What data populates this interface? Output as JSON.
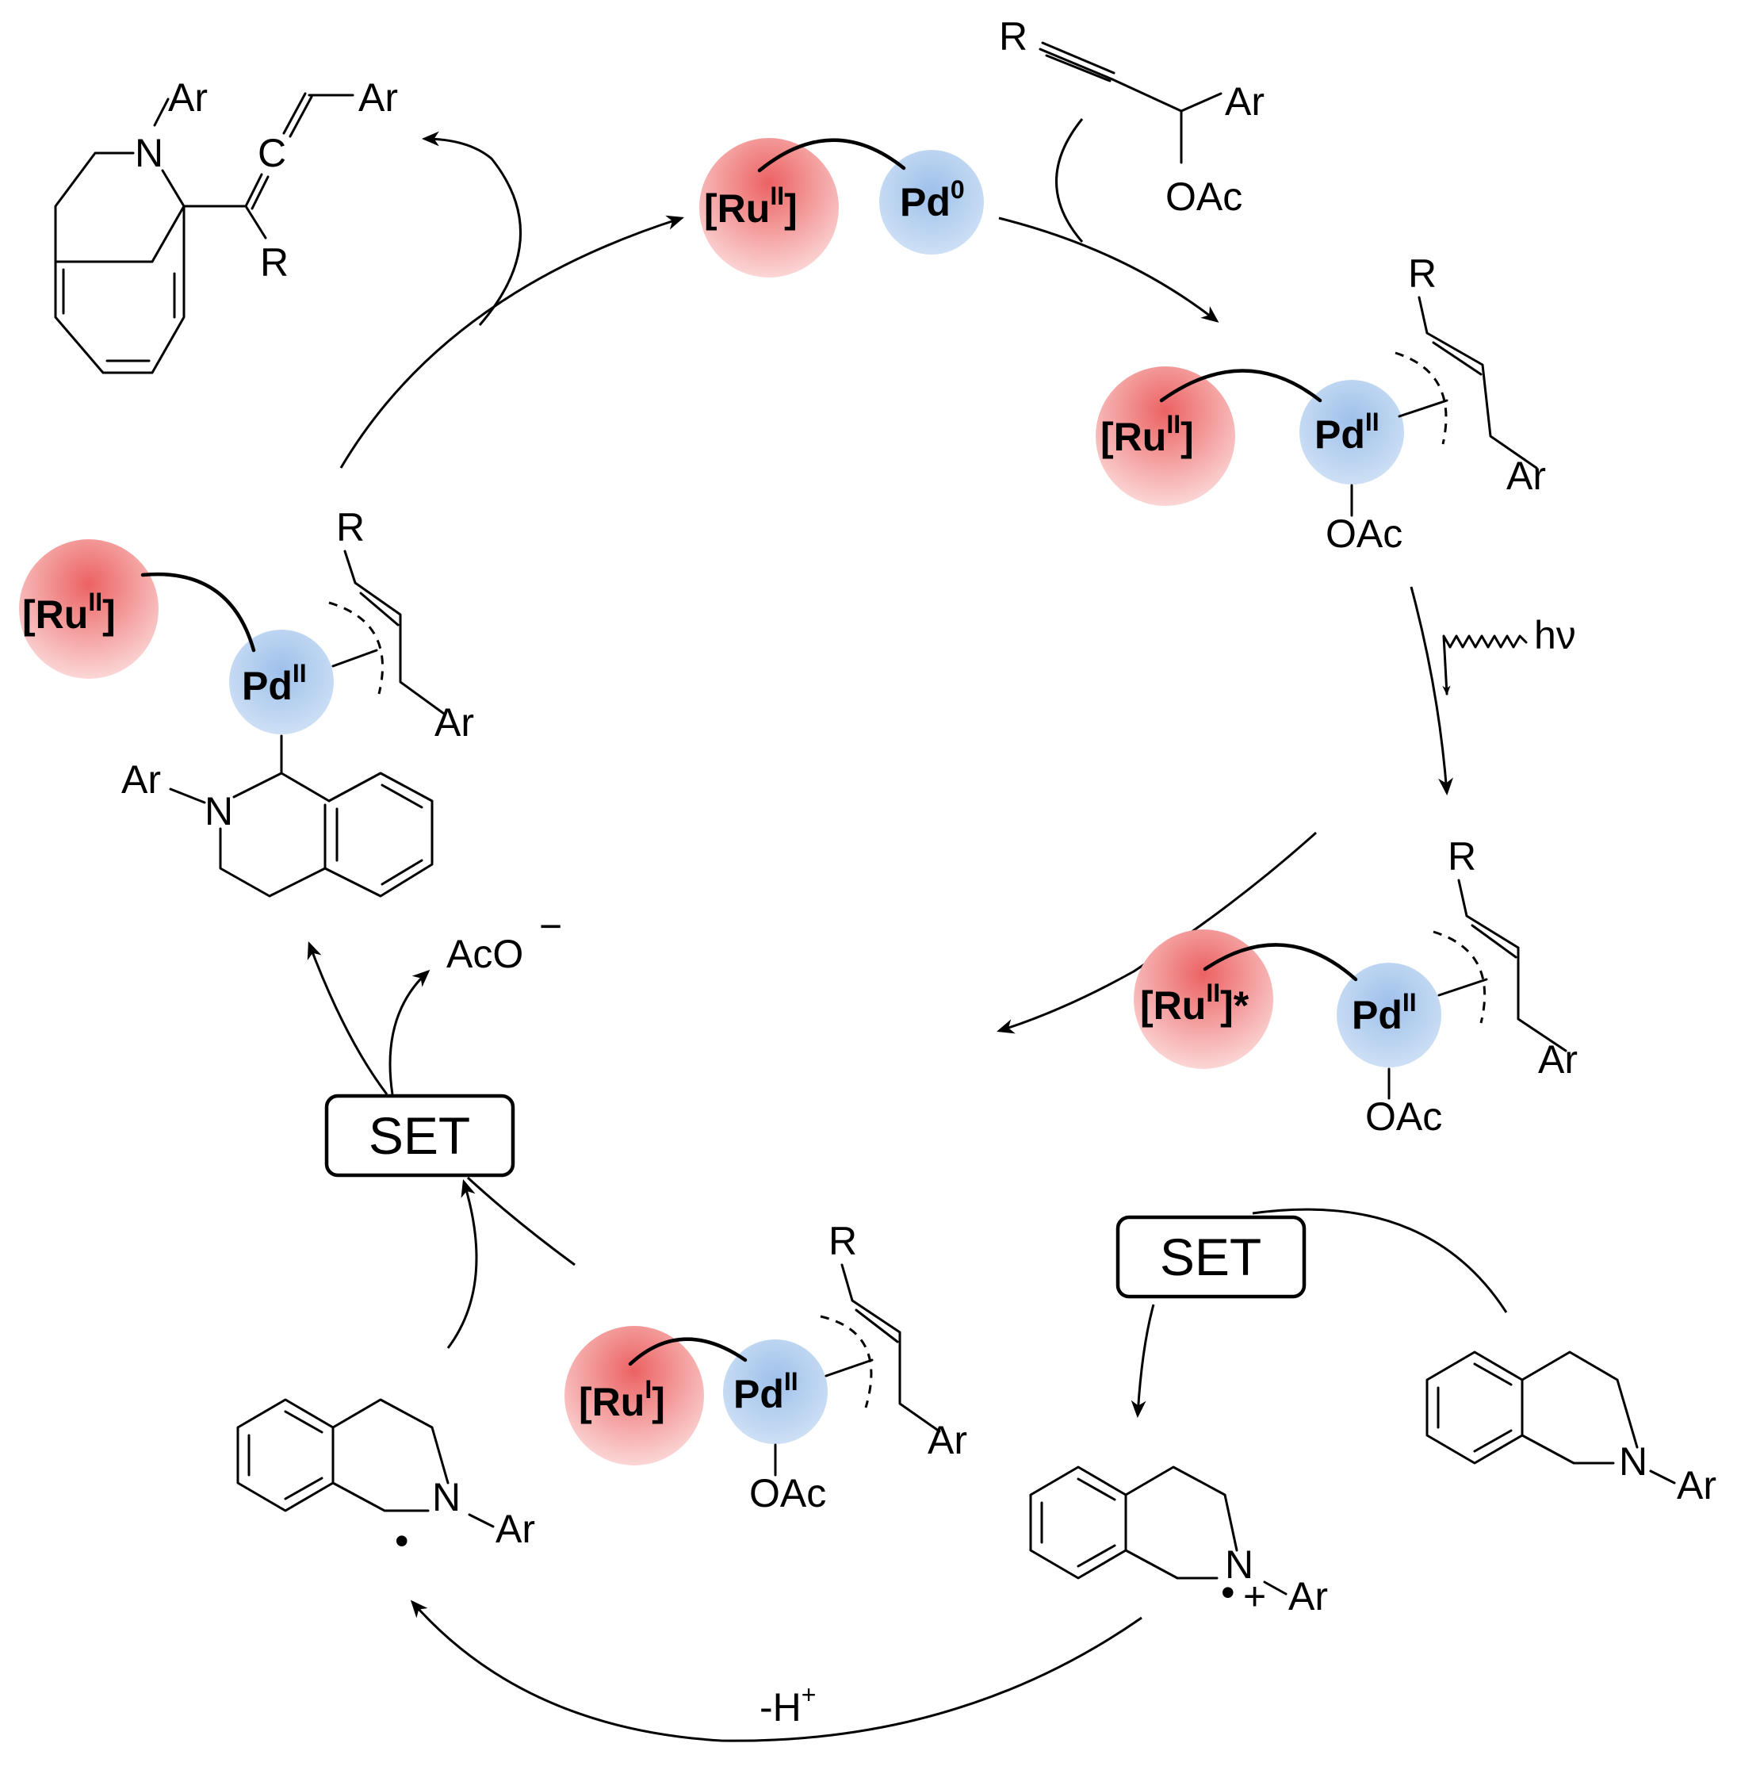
{
  "colors": {
    "ruthenium": "#ec6f6f",
    "palladium": "#a9c8ec"
  },
  "labels": {
    "r": "R",
    "ar": "Ar",
    "n": "N",
    "c": "C",
    "oac": "OAc",
    "ru": "[Ru",
    "ru_close": "]",
    "ru_close_star": "]*",
    "pd": "Pd",
    "ox_II": "II",
    "ox_I": "I",
    "ox_0": "0",
    "hv": "hν",
    "aco": "AcO",
    "minus": "−",
    "set": "SET",
    "deprot": "-H",
    "plus": "+",
    "radical": "•"
  }
}
